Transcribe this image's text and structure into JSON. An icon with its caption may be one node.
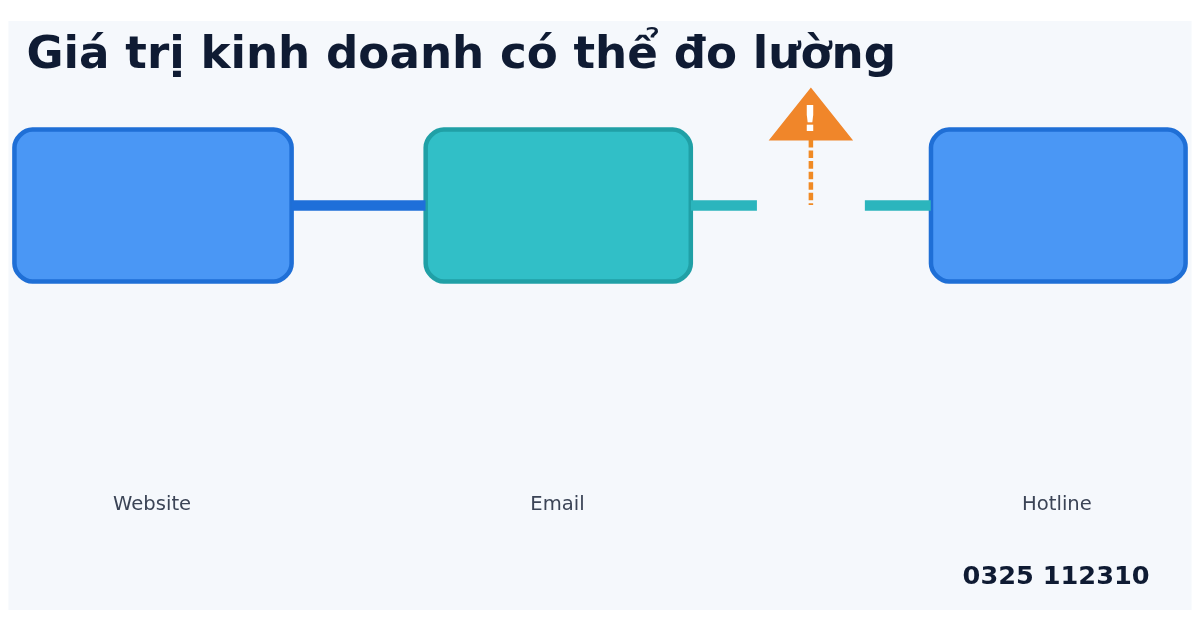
{
  "diagram": {
    "title": "Giá trị kinh doanh có thể đo lường",
    "nodes": [
      {
        "text": [],
        "shape": "box"
      },
      {
        "text": [],
        "shape": "box"
      },
      {
        "text": [],
        "shape": "box"
      },
      {
        "text": [
          "!"
        ]
      }
    ],
    "edges": [
      {
        "from": 0,
        "to": 1,
        "arrow": "none",
        "color": "#1e6fd9"
      },
      {
        "from": 1,
        "to": null,
        "arrow": "none",
        "color": "#2bb5bd"
      },
      {
        "from": null,
        "to": 2,
        "arrow": "none",
        "color": "#2bb5bd"
      },
      {
        "from": 3,
        "to": null,
        "arrow": "none",
        "style": "dashed",
        "color": "#f08a24"
      }
    ],
    "labels": [
      "Website",
      "Email",
      "Hotline",
      "0325 112310"
    ]
  }
}
